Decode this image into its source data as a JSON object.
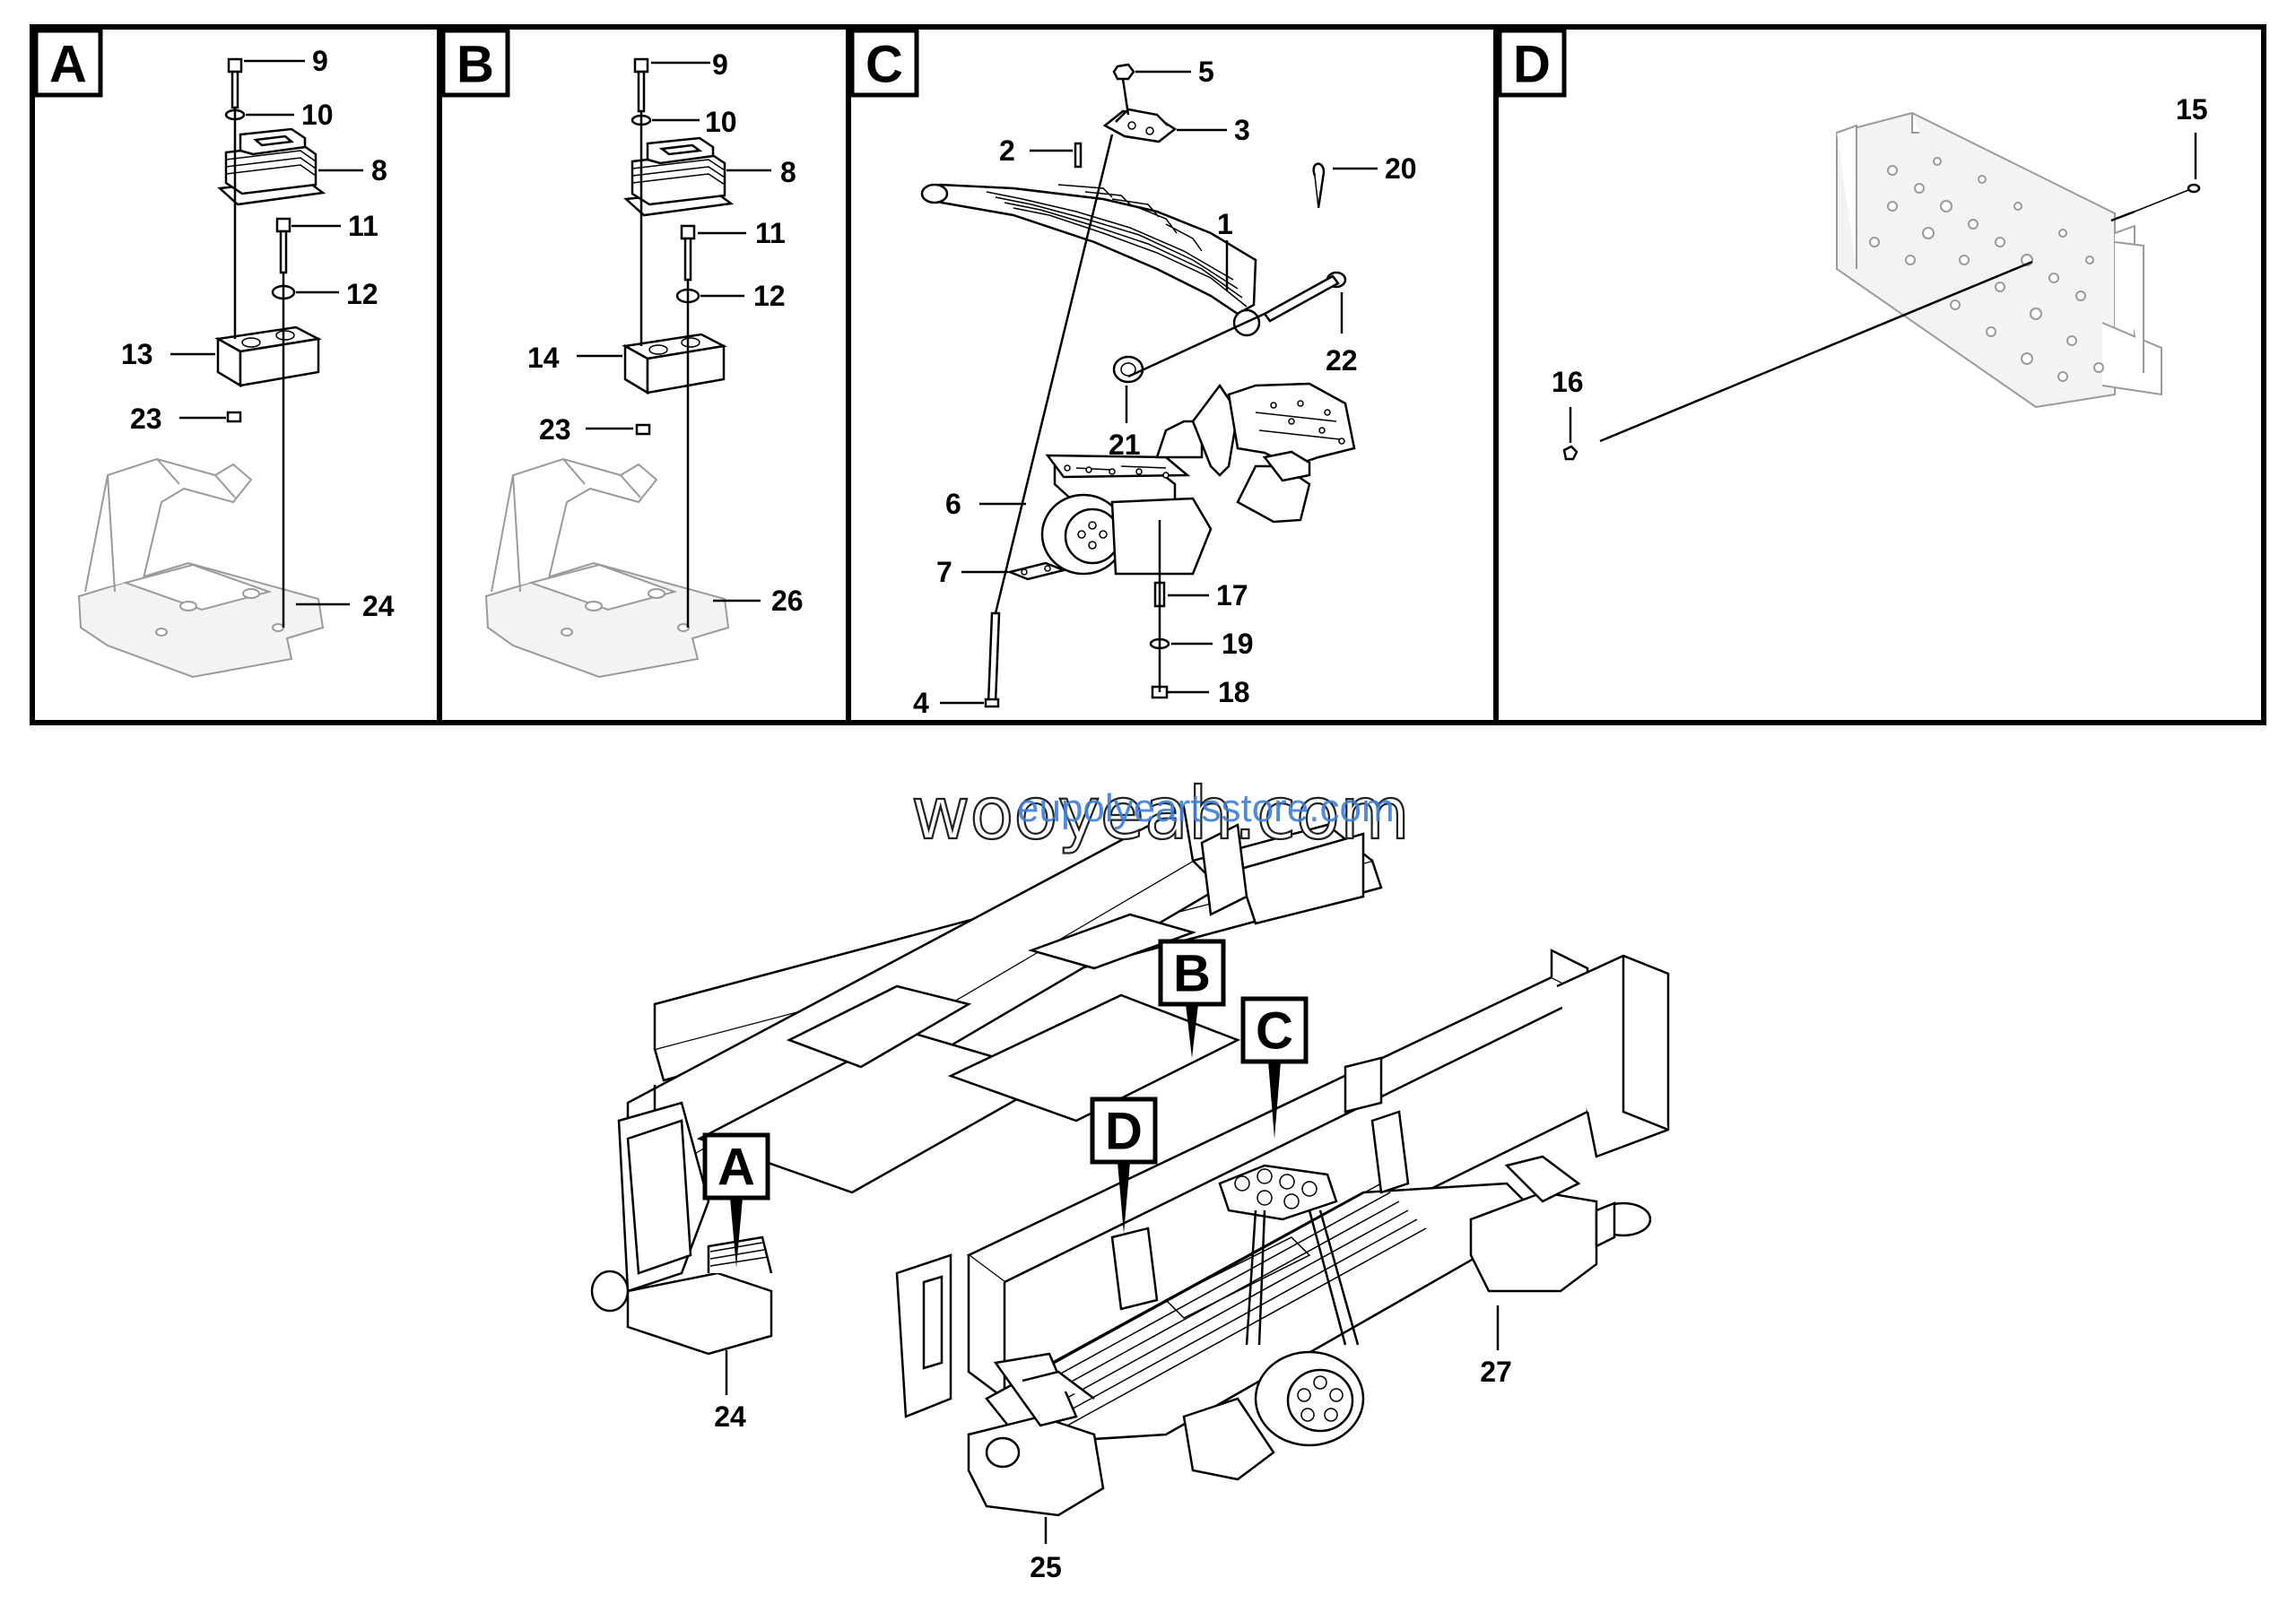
{
  "panels": [
    {
      "id": "panel-a",
      "tag": "A",
      "callouts": [
        "9",
        "10",
        "8",
        "11",
        "12",
        "13",
        "23",
        "24"
      ]
    },
    {
      "id": "panel-b",
      "tag": "B",
      "callouts": [
        "9",
        "10",
        "8",
        "11",
        "12",
        "14",
        "23",
        "26"
      ]
    },
    {
      "id": "panel-c",
      "tag": "C",
      "callouts": [
        "5",
        "3",
        "2",
        "20",
        "1",
        "22",
        "21",
        "6",
        "7",
        "17",
        "19",
        "18",
        "4"
      ]
    },
    {
      "id": "panel-d",
      "tag": "D",
      "callouts": [
        "15",
        "16"
      ]
    }
  ],
  "overview": {
    "tags": [
      "B",
      "C",
      "D",
      "A"
    ],
    "callouts": [
      "24",
      "27",
      "25"
    ]
  },
  "watermark": {
    "primary": "wooyeah.com",
    "secondary": "eupolyeartsstore.com"
  }
}
